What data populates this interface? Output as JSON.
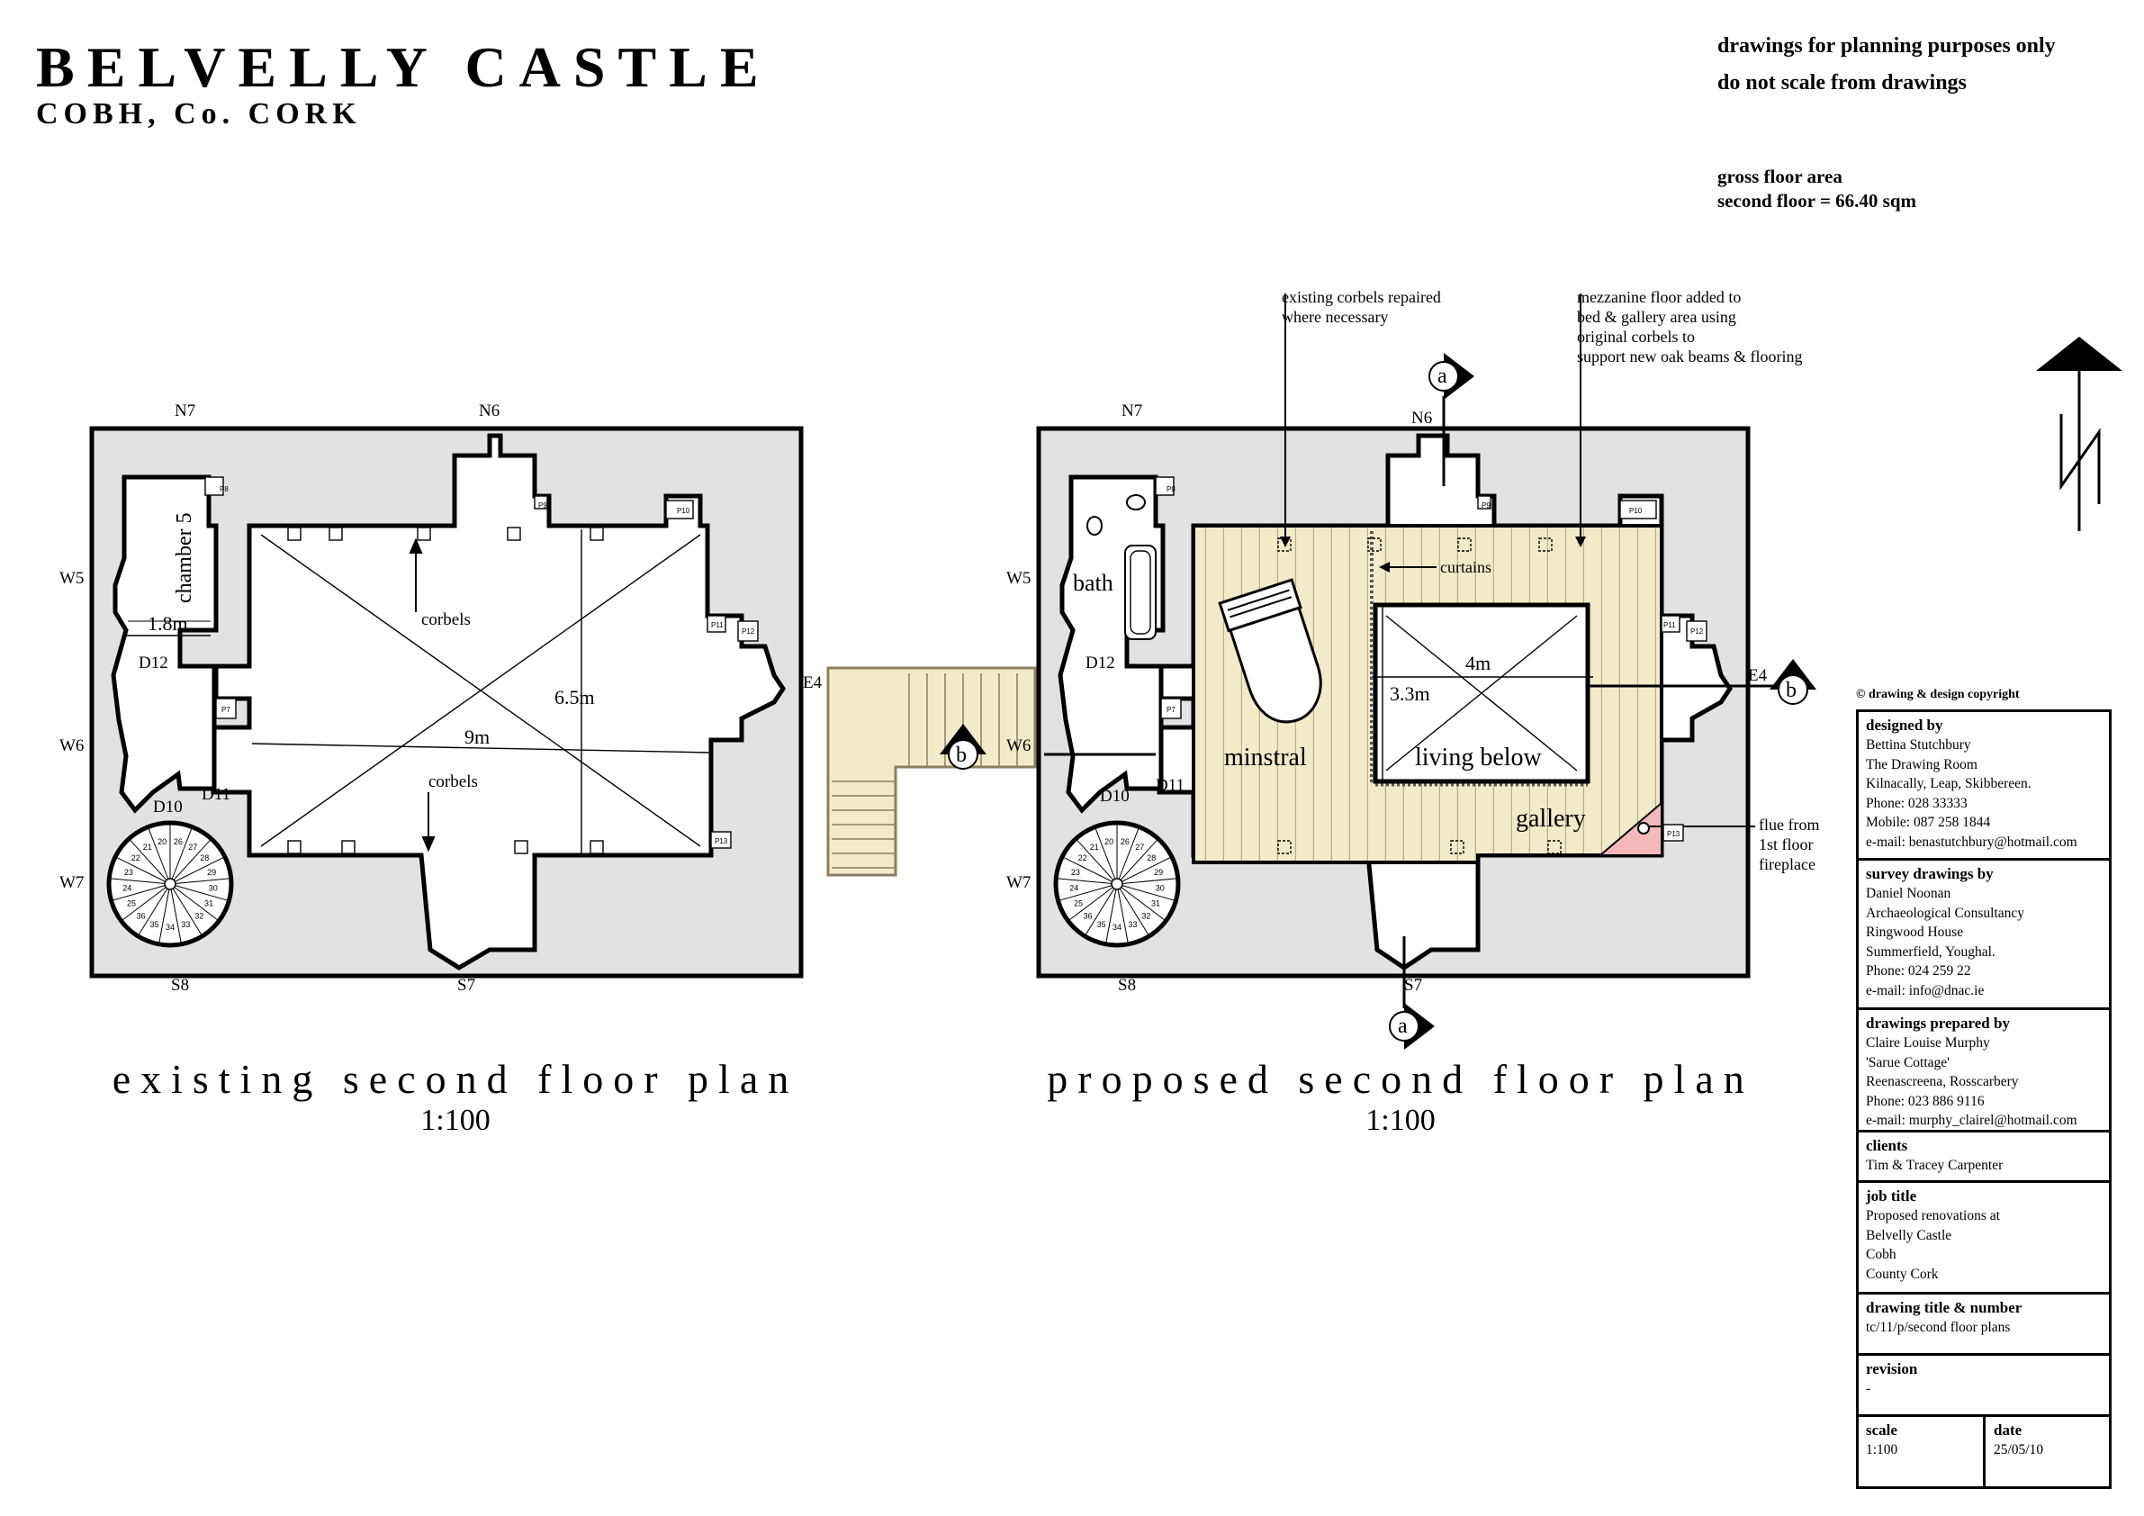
{
  "header": {
    "title": "BELVELLY CASTLE",
    "subtitle": "COBH, Co. CORK"
  },
  "notes": {
    "planning_only": "drawings for planning purposes only",
    "do_not_scale": "do not scale from drawings",
    "gross_area_label": "gross floor area",
    "gross_area_value": "second floor  = 66.40 sqm"
  },
  "existing_plan": {
    "title": "existing second floor plan",
    "scale": "1:100",
    "labels": {
      "n7": "N7",
      "n6": "N6",
      "w5": "W5",
      "w6": "W6",
      "w7": "W7",
      "e4": "E4",
      "s8": "S8",
      "s7": "S7",
      "chamber": "chamber 5",
      "dim_chamber": "1.8m",
      "d12": "D12",
      "d10": "D10",
      "d11": "D11",
      "corbels_top": "corbels",
      "corbels_bottom": "corbels",
      "dim_width": "9m",
      "dim_depth": "6.5m",
      "p8": "P8",
      "p9": "P9",
      "p10": "P10",
      "p11": "P11",
      "p12": "P12",
      "p7": "P7",
      "p13": "P13"
    },
    "stairs": [
      "26",
      "27",
      "28",
      "29",
      "30",
      "31",
      "32",
      "33",
      "34",
      "35",
      "36",
      "25",
      "24",
      "23",
      "22",
      "21",
      "20"
    ]
  },
  "proposed_plan": {
    "title": "proposed second floor plan",
    "scale": "1:100",
    "annotations": {
      "corbels_repaired": [
        "existing corbels repaired",
        "where necessary"
      ],
      "mezzanine": [
        "mezzanine floor added to",
        "bed & gallery area using",
        "original corbels to",
        "support new oak beams & flooring"
      ],
      "curtains": "curtains",
      "flue": [
        "flue from",
        "1st floor",
        "fireplace"
      ]
    },
    "labels": {
      "n7": "N7",
      "n6": "N6",
      "w5": "W5",
      "w6": "W6",
      "w7": "W7",
      "e4": "E4",
      "s8": "S8",
      "s7": "S7",
      "bath": "bath",
      "d12": "D12",
      "d10": "D10",
      "d11": "D11",
      "minstral": "minstral",
      "living_below": "living below",
      "gallery": "gallery",
      "dim_void_w": "4m",
      "dim_void_d": "3.3m",
      "section_a": "a",
      "section_b": "b",
      "p8": "P8",
      "p9": "P9",
      "p10": "P10",
      "p11": "P11",
      "p12": "P12",
      "p7": "P7",
      "p13": "P13"
    },
    "stairs": [
      "26",
      "27",
      "28",
      "29",
      "30",
      "31",
      "32",
      "33",
      "34",
      "35",
      "36",
      "25",
      "24",
      "23",
      "22",
      "21",
      "20"
    ]
  },
  "title_block": {
    "copyright": "© drawing & design copyright",
    "designed_by": {
      "heading": "designed by",
      "lines": [
        "Bettina Stutchbury",
        "The Drawing Room",
        "Kilnacally, Leap, Skibbereen.",
        "Phone: 028 33333",
        "Mobile: 087 258 1844",
        "e-mail: benastutchbury@hotmail.com"
      ]
    },
    "survey_by": {
      "heading": "survey drawings by",
      "lines": [
        "Daniel Noonan",
        "Archaeological Consultancy",
        "Ringwood House",
        "Summerfield, Youghal.",
        "Phone: 024 259 22",
        "e-mail: info@dnac.ie"
      ]
    },
    "prepared_by": {
      "heading": "drawings prepared by",
      "lines": [
        "Claire Louise Murphy",
        "'Sarue Cottage'",
        "Reenascreena, Rosscarbery",
        "Phone: 023 886 9116",
        "e-mail: murphy_clairel@hotmail.com"
      ]
    },
    "clients": {
      "heading": "clients",
      "lines": [
        "Tim & Tracey Carpenter"
      ]
    },
    "job_title": {
      "heading": "job title",
      "lines": [
        "Proposed renovations at",
        "Belvelly Castle",
        "Cobh",
        "County Cork"
      ]
    },
    "drawing_title": {
      "heading": "drawing title & number",
      "lines": [
        "tc/11/p/second floor plans"
      ]
    },
    "revision": {
      "heading": "revision",
      "lines": [
        "-"
      ]
    },
    "scale": {
      "heading": "scale",
      "value": "1:100"
    },
    "date": {
      "heading": "date",
      "value": "25/05/10"
    }
  },
  "colors": {
    "wall_fill": "#e2e2e2",
    "floor_boards": "#f1ebc9",
    "board_line": "#b9ae86",
    "flue_fill": "#f4b8b8"
  },
  "icons": {
    "north_arrow": "north-arrow-icon",
    "section_marker": "section-marker-icon"
  }
}
